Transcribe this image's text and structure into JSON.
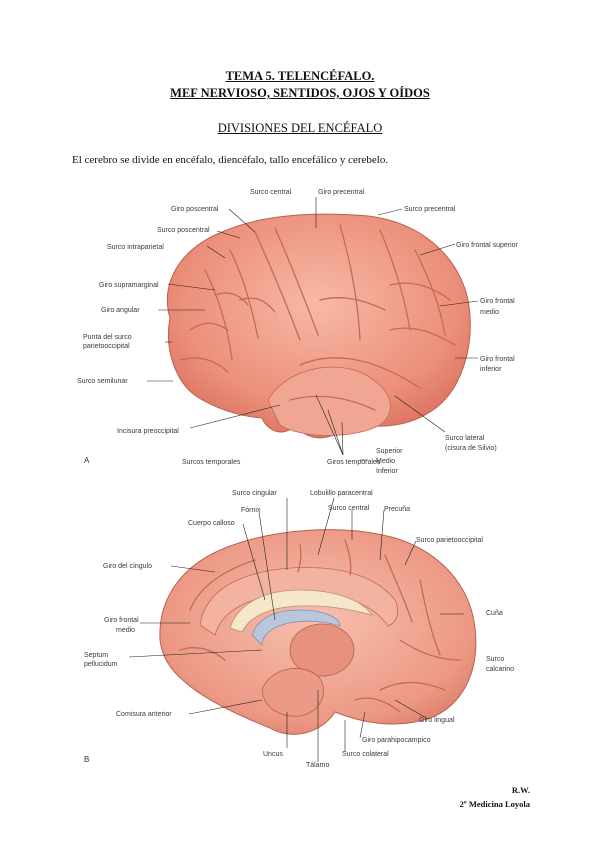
{
  "header": {
    "title_line1": "TEMA 5. TELENCÉFALO.",
    "title_line2": "MEF NERVIOSO, SENTIDOS, OJOS Y OÍDOS",
    "section": "DIVISIONES DEL ENCÉFALO",
    "intro": "El cerebro se divide en encéfalo, diencéfalo, tallo encefálico y cerebelo."
  },
  "figure_a": {
    "letter": "A",
    "labels": {
      "surco_central": "Surco central",
      "giro_precentral": "Giro precentral",
      "giro_poscentral": "Giro poscentral",
      "surco_precentral": "Surco precentral",
      "surco_poscentral": "Surco poscentral",
      "surco_intraparietal": "Surco intraparietal",
      "giro_frontal_superior": "Giro frontal superior",
      "giro_supramarginal": "Giro supramarginal",
      "giro_angular": "Giro angular",
      "giro_frontal_medio_1": "Giro frontal",
      "giro_frontal_medio_2": "medio",
      "punta_surco_1": "Punta del surco",
      "punta_surco_2": "parietooccipital",
      "giro_frontal_inferior_1": "Giro frontal",
      "giro_frontal_inferior_2": "inferior",
      "surco_semilunar": "Surco semilunar",
      "incisura": "Incisura preoccipital",
      "surco_lateral_1": "Surco lateral",
      "surco_lateral_2": "(cisura de Silvio)",
      "surcos_temporales": "Surcos temporales",
      "giros_temporales": "Giros temporales",
      "superior": "Superior",
      "medio": "Medio",
      "inferior": "Inferior"
    }
  },
  "figure_b": {
    "letter": "B",
    "labels": {
      "surco_cingular": "Surco cingular",
      "lobulillo": "Lobulillo paracentral",
      "fornix": "Fórnix",
      "surco_central": "Surco central",
      "precuna": "Precuña",
      "cuerpo_calloso": "Cuerpo calloso",
      "surco_parietooccipital": "Surco parietooccipital",
      "giro_cingulo": "Giro del cíngulo",
      "cuna": "Cuña",
      "giro_frontal_medio_1": "Giro frontal",
      "giro_frontal_medio_2": "medio",
      "septum_1": "Septum",
      "septum_2": "pellucidum",
      "surco_calcarino_1": "Surco",
      "surco_calcarino_2": "calcarino",
      "comisura": "Comisura anterior",
      "giro_lingual": "Giro lingual",
      "giro_parahipocampico": "Giro parahipocampico",
      "uncus": "Uncus",
      "surco_colateral": "Surco colateral",
      "talamo": "Tálamo"
    }
  },
  "footer": {
    "line1": "R.W.",
    "line2": "2º Medicina Loyola"
  }
}
